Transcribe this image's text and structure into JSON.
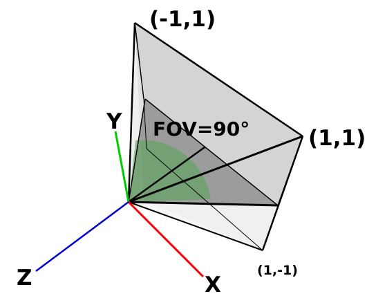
{
  "labels": {
    "corner_top_left": "(-1,1)",
    "corner_right": "(1,1)",
    "corner_bottom": "(1,-1)",
    "fov": "FOV=90°"
  },
  "axes": {
    "x": {
      "label": "X",
      "color": "#ff0000"
    },
    "y": {
      "label": "Y",
      "color": "#00cc00"
    },
    "z": {
      "label": "Z",
      "color": "#0000cc"
    }
  },
  "colors": {
    "frustum_face": "#c8c8c8",
    "frustum_inner": "#8c8c8c",
    "fov_sector": "#5aa55a",
    "edges": "#000000"
  }
}
